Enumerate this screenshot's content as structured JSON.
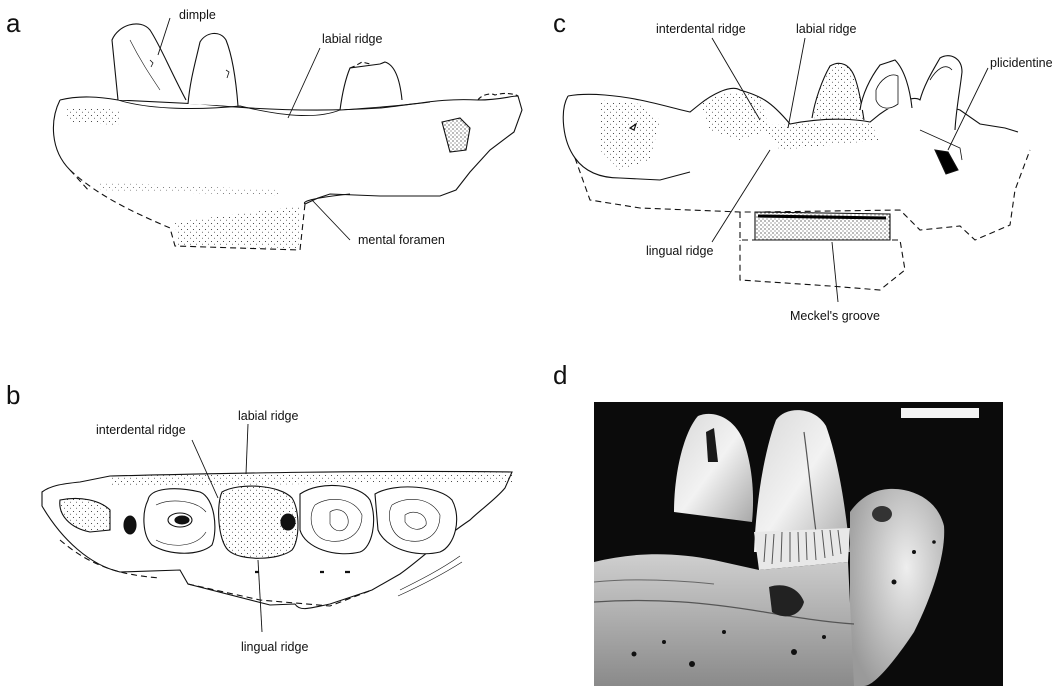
{
  "panels": {
    "a": {
      "letter": "a",
      "labels": {
        "dimple": "dimple",
        "labial_ridge": "labial ridge",
        "mental_foramen": "mental foramen"
      }
    },
    "b": {
      "letter": "b",
      "labels": {
        "interdental_ridge": "interdental ridge",
        "labial_ridge": "labial ridge",
        "lingual_ridge": "lingual ridge"
      }
    },
    "c": {
      "letter": "c",
      "labels": {
        "interdental_ridge": "interdental ridge",
        "labial_ridge": "labial ridge",
        "plicidentine": "plicidentine",
        "lingual_ridge": "lingual ridge",
        "meckels_groove": "Meckel's groove"
      }
    },
    "d": {
      "letter": "d"
    }
  }
}
